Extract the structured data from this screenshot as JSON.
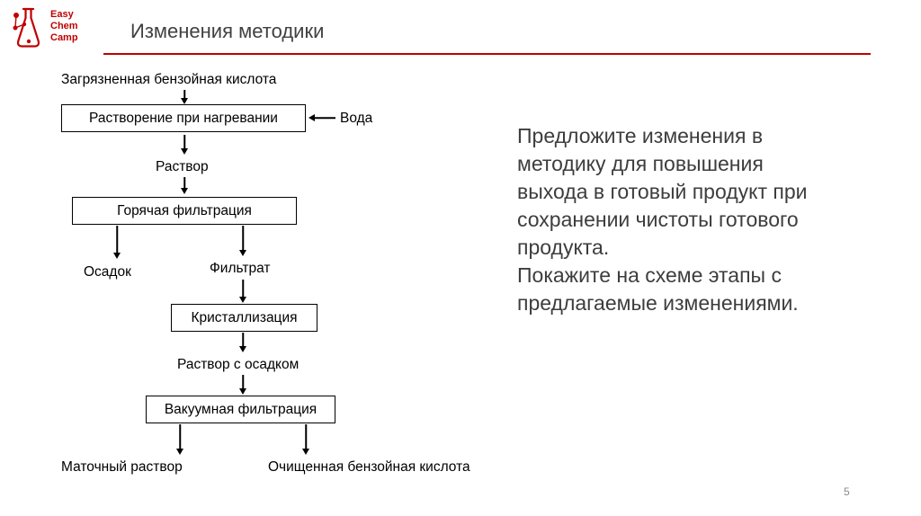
{
  "slide": {
    "title": "Изменения методики",
    "page_number": "5"
  },
  "logo": {
    "lines": [
      "Easy",
      "Chem",
      "Camp"
    ]
  },
  "flowchart": {
    "labels": {
      "start": "Загрязненная бензойная кислота",
      "water": "Вода",
      "solution": "Раствор",
      "precipitate": "Осадок",
      "filtrate": "Фильтрат",
      "solution_with_precipitate": "Раствор с осадком",
      "mother_liquor": "Маточный раствор",
      "purified_acid": "Очищенная бензойная кислота"
    },
    "boxes": {
      "dissolution": "Растворение при нагревании",
      "hot_filtration": "Горячая фильтрация",
      "crystallization": "Кристаллизация",
      "vacuum_filtration": "Вакуумная фильтрация"
    }
  },
  "task": {
    "lines": [
      "Предложите изменения в",
      "методику для повышения",
      "выхода в готовый продукт при",
      "сохранении чистоты готового",
      "продукта.",
      "Покажите на схеме этапы с",
      "предлагаемые изменениями."
    ]
  },
  "colors": {
    "accent_red": "#c00000",
    "title_text": "#404040",
    "body_text": "#3d3d3d",
    "box_border": "#000000",
    "page_number": "#898989"
  }
}
